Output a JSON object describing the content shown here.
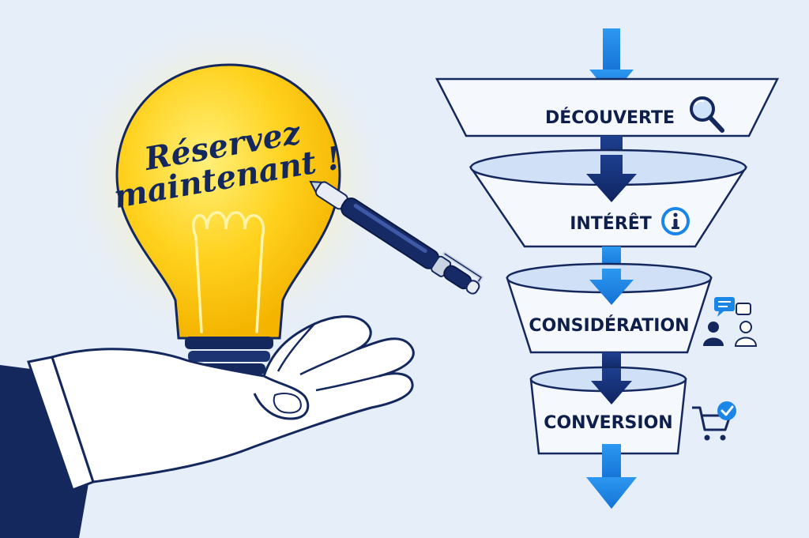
{
  "bulb": {
    "line1": "Réservez",
    "line2": "maintenant !"
  },
  "funnel": {
    "stages": [
      {
        "label": "DÉCOUVERTE",
        "icon": "magnifier-icon"
      },
      {
        "label": "INTÉRÊT",
        "icon": "info-icon"
      },
      {
        "label": "CONSIDÉRATION",
        "icon": "chat-people-icon"
      },
      {
        "label": "CONVERSION",
        "icon": "cart-check-icon"
      }
    ]
  },
  "colors": {
    "background": "#e6eef9",
    "bulb_yellow": "#ffd21f",
    "navy": "#14285e",
    "arrow_blue": "#1a86e8",
    "funnel_fill": "#f5f8fd",
    "funnel_inner": "#cfe0f7"
  }
}
